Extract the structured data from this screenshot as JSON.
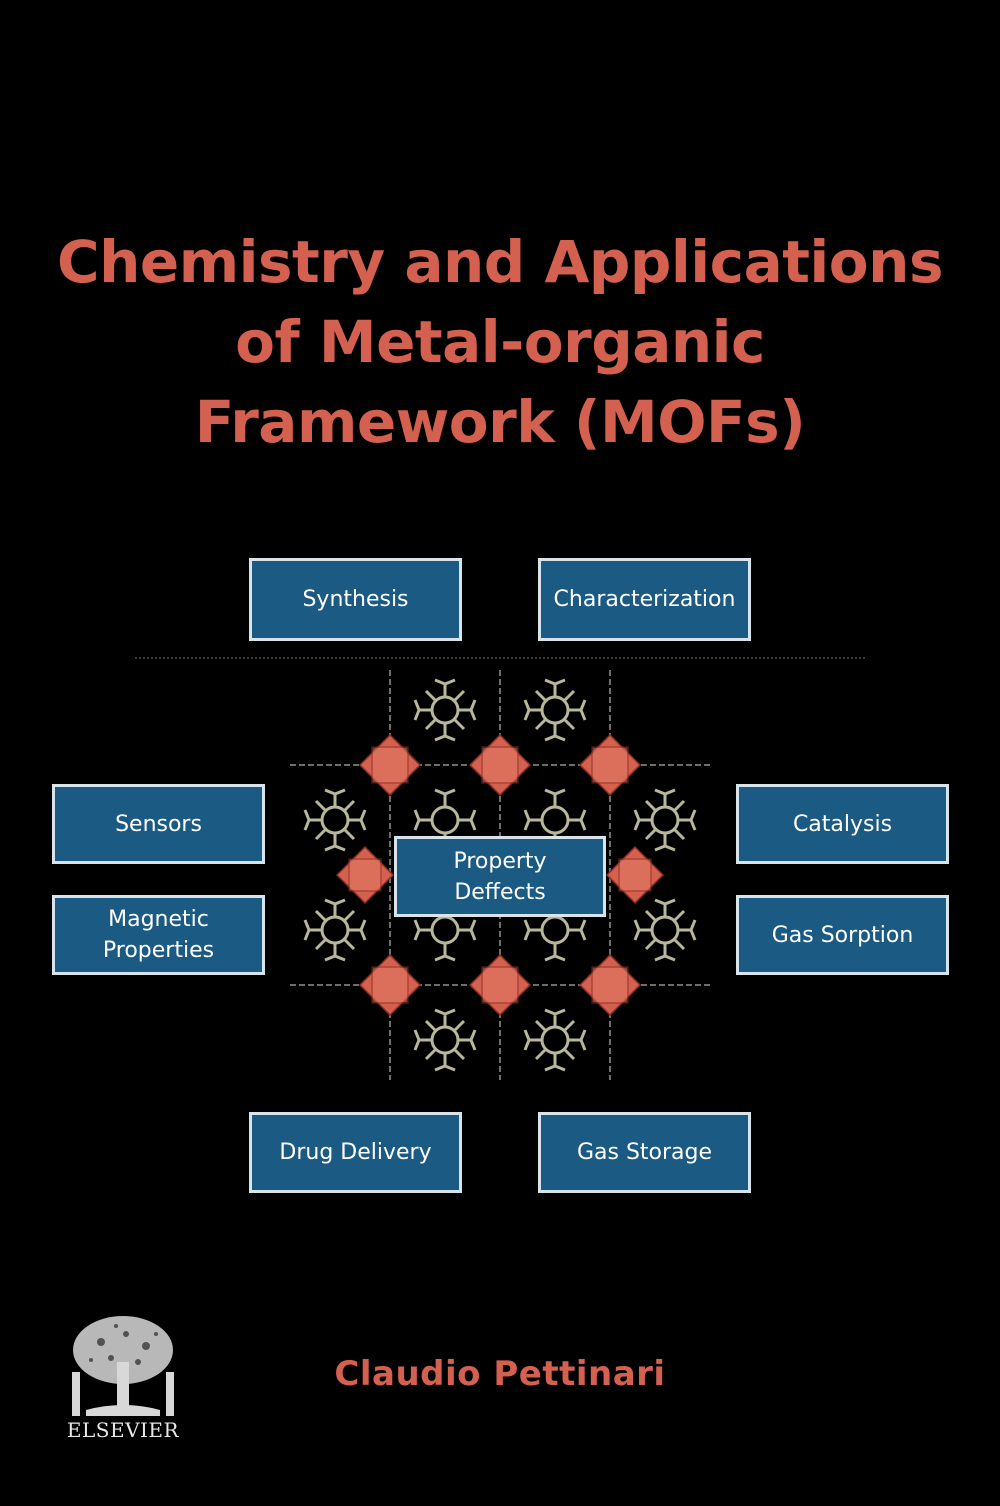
{
  "cover": {
    "title_lines": [
      "Chemistry and Applications",
      "of Metal-organic",
      "Framework (MOFs)"
    ],
    "boxes": {
      "synthesis": "Synthesis",
      "characterization": "Characterization",
      "sensors": "Sensors",
      "magnetic_line1": "Magnetic",
      "magnetic_line2": "Properties",
      "property_line1": "Property",
      "property_line2": "Deffects",
      "catalysis": "Catalysis",
      "gas_sorption": "Gas Sorption",
      "drug_delivery": "Drug Delivery",
      "gas_storage": "Gas Storage"
    },
    "author": "Claudio Pettinari",
    "publisher": "ELSEVIER",
    "colors": {
      "background": "#000000",
      "title": "#d4604f",
      "box_fill": "#1b5a82",
      "box_border": "#d8e4ec",
      "cluster": "#d4604f",
      "linker": "#b9b79a"
    }
  }
}
